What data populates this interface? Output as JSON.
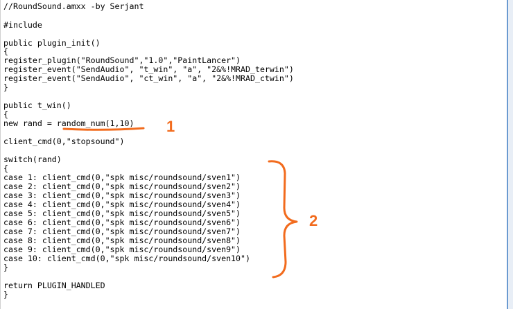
{
  "editor": {
    "lines": [
      "//RoundSound.amxx -by Serjant",
      "",
      "#include",
      "",
      "public plugin_init()",
      "",
      "{",
      "register_plugin(\"RoundSound\",\"1.0\",\"PaintLancer\")",
      "register_event(\"SendAudio\", \"t_win\", \"a\", \"2&%!MRAD_terwin\")",
      "register_event(\"SendAudio\", \"ct_win\", \"a\", \"2&%!MRAD_ctwin\")",
      "}",
      "",
      "public t_win()",
      "{",
      "new rand = random_num(1,10)",
      "",
      "client_cmd(0,\"stopsound\")",
      "",
      "switch(rand)",
      "{",
      "case 1: client_cmd(0,\"spk misc/roundsound/sven1\")",
      "case 2: client_cmd(0,\"spk misc/roundsound/sven2\")",
      "case 3: client_cmd(0,\"spk misc/roundsound/sven3\")",
      "case 4: client_cmd(0,\"spk misc/roundsound/sven4\")",
      "case 5: client_cmd(0,\"spk misc/roundsound/sven5\")",
      "case 6: client_cmd(0,\"spk misc/roundsound/sven6\")",
      "case 7: client_cmd(0,\"spk misc/roundsound/sven7\")",
      "case 8: client_cmd(0,\"spk misc/roundsound/sven8\")",
      "case 9: client_cmd(0,\"spk misc/roundsound/sven9\")",
      "case 10: client_cmd(0,\"spk misc/roundsound/sven10\")",
      "}",
      "",
      "return PLUGIN_HANDLED",
      "}"
    ]
  },
  "annotations": {
    "marker1": "1",
    "marker2": "2",
    "color": "#f26b1d"
  }
}
